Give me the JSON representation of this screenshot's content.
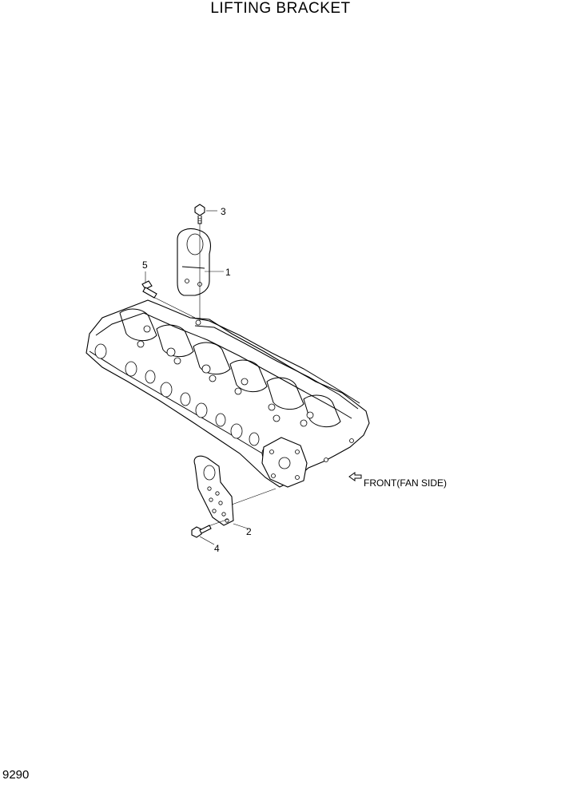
{
  "header": {
    "title": "LIFTING BRACKET"
  },
  "callouts": [
    {
      "id": "callout-1",
      "label": "1"
    },
    {
      "id": "callout-2",
      "label": "2"
    },
    {
      "id": "callout-3",
      "label": "3"
    },
    {
      "id": "callout-4",
      "label": "4"
    },
    {
      "id": "callout-5",
      "label": "5"
    }
  ],
  "annotation": {
    "front_label": "FRONT(FAN SIDE)"
  },
  "footer": {
    "page_number": "9290"
  }
}
